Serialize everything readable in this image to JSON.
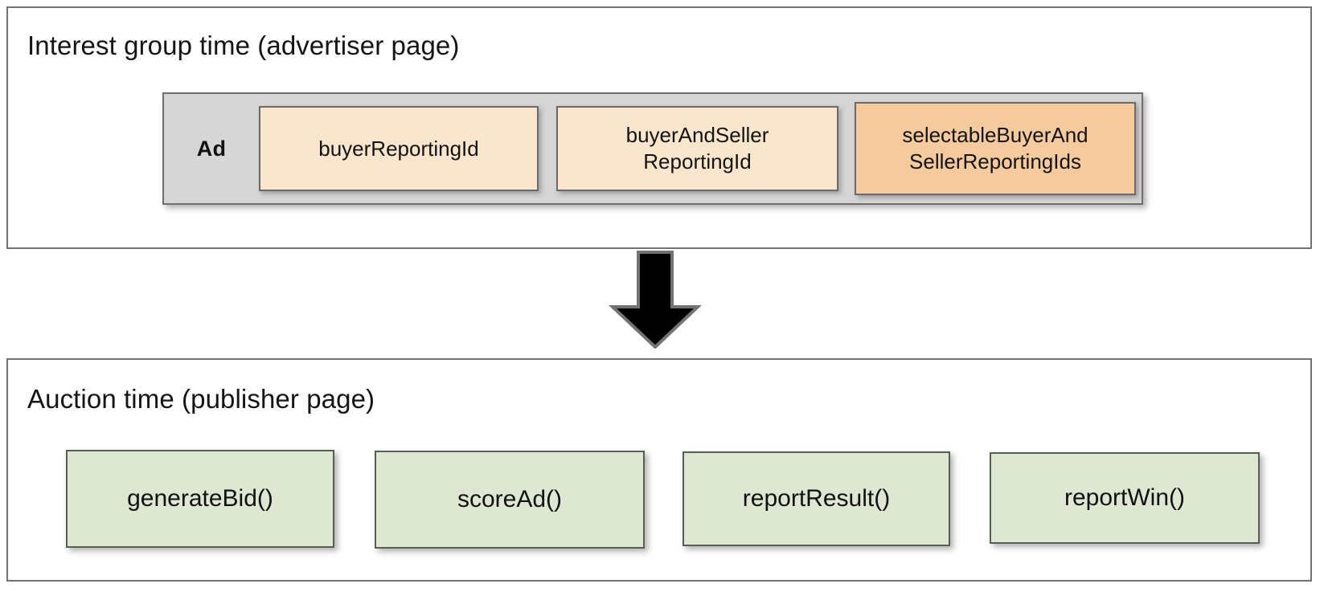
{
  "diagram": {
    "sections": [
      {
        "id": "advertiser",
        "title": "Interest group time (advertiser page)",
        "ad_label": "Ad",
        "container_color": "#d6d6d6",
        "items": [
          {
            "label": "buyerReportingId",
            "color": "#fae5cd"
          },
          {
            "label": "buyerAndSeller\nReportingId",
            "line1": "buyerAndSeller",
            "line2": "ReportingId",
            "color": "#fae5cd"
          },
          {
            "label": "selectableBuyerAnd\nSellerReportingIds",
            "line1": "selectableBuyerAnd",
            "line2": "SellerReportingIds",
            "color": "#f5cb9d"
          }
        ]
      },
      {
        "id": "publisher",
        "title": "Auction time (publisher page)",
        "items": [
          {
            "label": "generateBid()",
            "color": "#dde7d2"
          },
          {
            "label": "scoreAd()",
            "color": "#dde7d2"
          },
          {
            "label": "reportResult()",
            "color": "#dde7d2"
          },
          {
            "label": "reportWin()",
            "color": "#dde7d2"
          }
        ]
      }
    ],
    "connector": {
      "icon": "down-arrow-icon",
      "color": "#000000",
      "border_color": "#737373"
    },
    "colors": {
      "panel_border": "#737373",
      "box_border": "#6a6a6a",
      "green_box_border": "#575f53",
      "text": "#131313",
      "background": "#ffffff"
    }
  }
}
